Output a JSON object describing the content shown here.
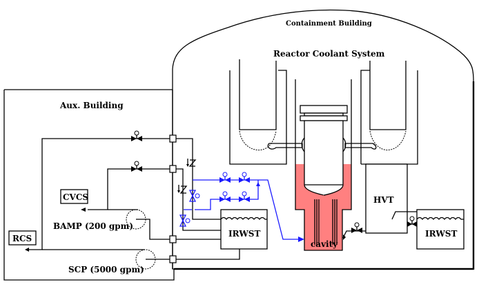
{
  "title": "Containment Building",
  "labels": {
    "containment": "Containment Building",
    "rcs_system": "Reactor Coolant System",
    "aux_building": "Aux. Building",
    "cvcs": "CVCS",
    "rcs": "RCS",
    "bamp": "BAMP (200 gpm)",
    "scp": "SCP (5000 gpm)",
    "irwst_left": "IRWST",
    "irwst_right": "IRWST",
    "hvt": "HVT",
    "cavity": "cavity"
  },
  "colors": {
    "cavity_fill": "#ff8080",
    "injection_line": "#1a1aff",
    "line": "#000000"
  }
}
